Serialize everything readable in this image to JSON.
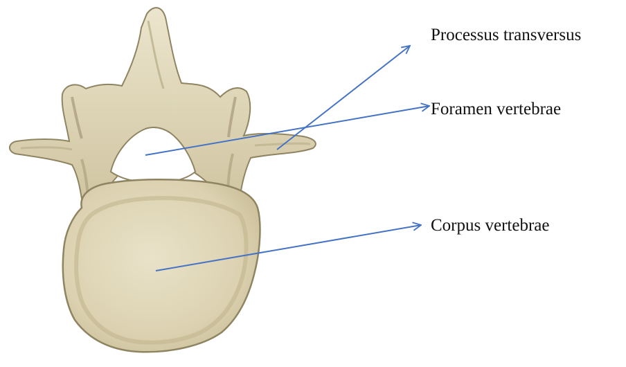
{
  "labels": {
    "transversus": "Processus transversus",
    "foramen": "Foramen vertebrae",
    "corpus": "Corpus vertebrae"
  },
  "colors": {
    "bone_fill": "#e4dcc0",
    "bone_shadow": "#b7ab86",
    "bone_edge": "#8f8462",
    "canal_fill": "#ffffff",
    "leader_line": "#4472c4",
    "label_text": "#111111"
  }
}
